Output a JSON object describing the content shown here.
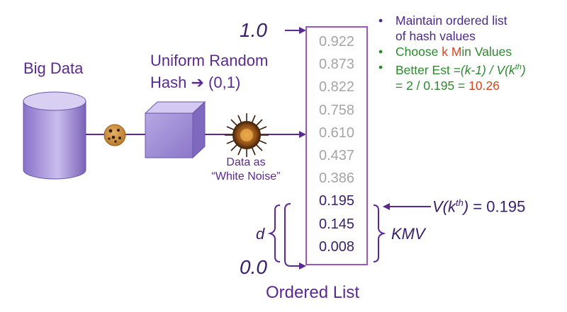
{
  "labels": {
    "big_data": "Big Data",
    "hash_line1": "Uniform Random",
    "hash_line2": "Hash",
    "hash_arrow": "➔",
    "hash_range": "(0,1)",
    "data_as_line1": "Data as",
    "data_as_line2": "“White Noise”",
    "top_value": "1.0",
    "bottom_value": "0.0",
    "ordered_list": "Ordered List",
    "d": "d",
    "kmv": "KMV",
    "vkth_v": "V(k",
    "vkth_sup": "th",
    "vkth_close": ")",
    "vkth_value": "= 0.195"
  },
  "ordered_values": [
    {
      "value": "0.922",
      "selected": false
    },
    {
      "value": "0.873",
      "selected": false
    },
    {
      "value": "0.822",
      "selected": false
    },
    {
      "value": "0.758",
      "selected": false
    },
    {
      "value": "0.610",
      "selected": false
    },
    {
      "value": "0.437",
      "selected": false
    },
    {
      "value": "0.386",
      "selected": false
    },
    {
      "value": "0.195",
      "selected": true
    },
    {
      "value": "0.145",
      "selected": true
    },
    {
      "value": "0.008",
      "selected": true
    }
  ],
  "bullets": {
    "b1_line1": "Maintain ordered list",
    "b1_line2": "of hash values",
    "b2_prefix": "Choose ",
    "b2_k": "k",
    "b2_space": " ",
    "b2_m": "M",
    "b2_in": "in",
    "b2_suffix": " Values",
    "b3_prefix": "Better Est =",
    "b3_formula": "(k-1) / V(k",
    "b3_sup": "th",
    "b3_close": ")",
    "b3_line2_prefix": "= 2 / 0.195 = ",
    "b3_result": "10.26"
  },
  "colors": {
    "purple": "#5b2a91",
    "dark_purple": "#3a1e6a",
    "green": "#2c8a2c",
    "red": "#e0421b",
    "grey": "#a5a5a5"
  }
}
